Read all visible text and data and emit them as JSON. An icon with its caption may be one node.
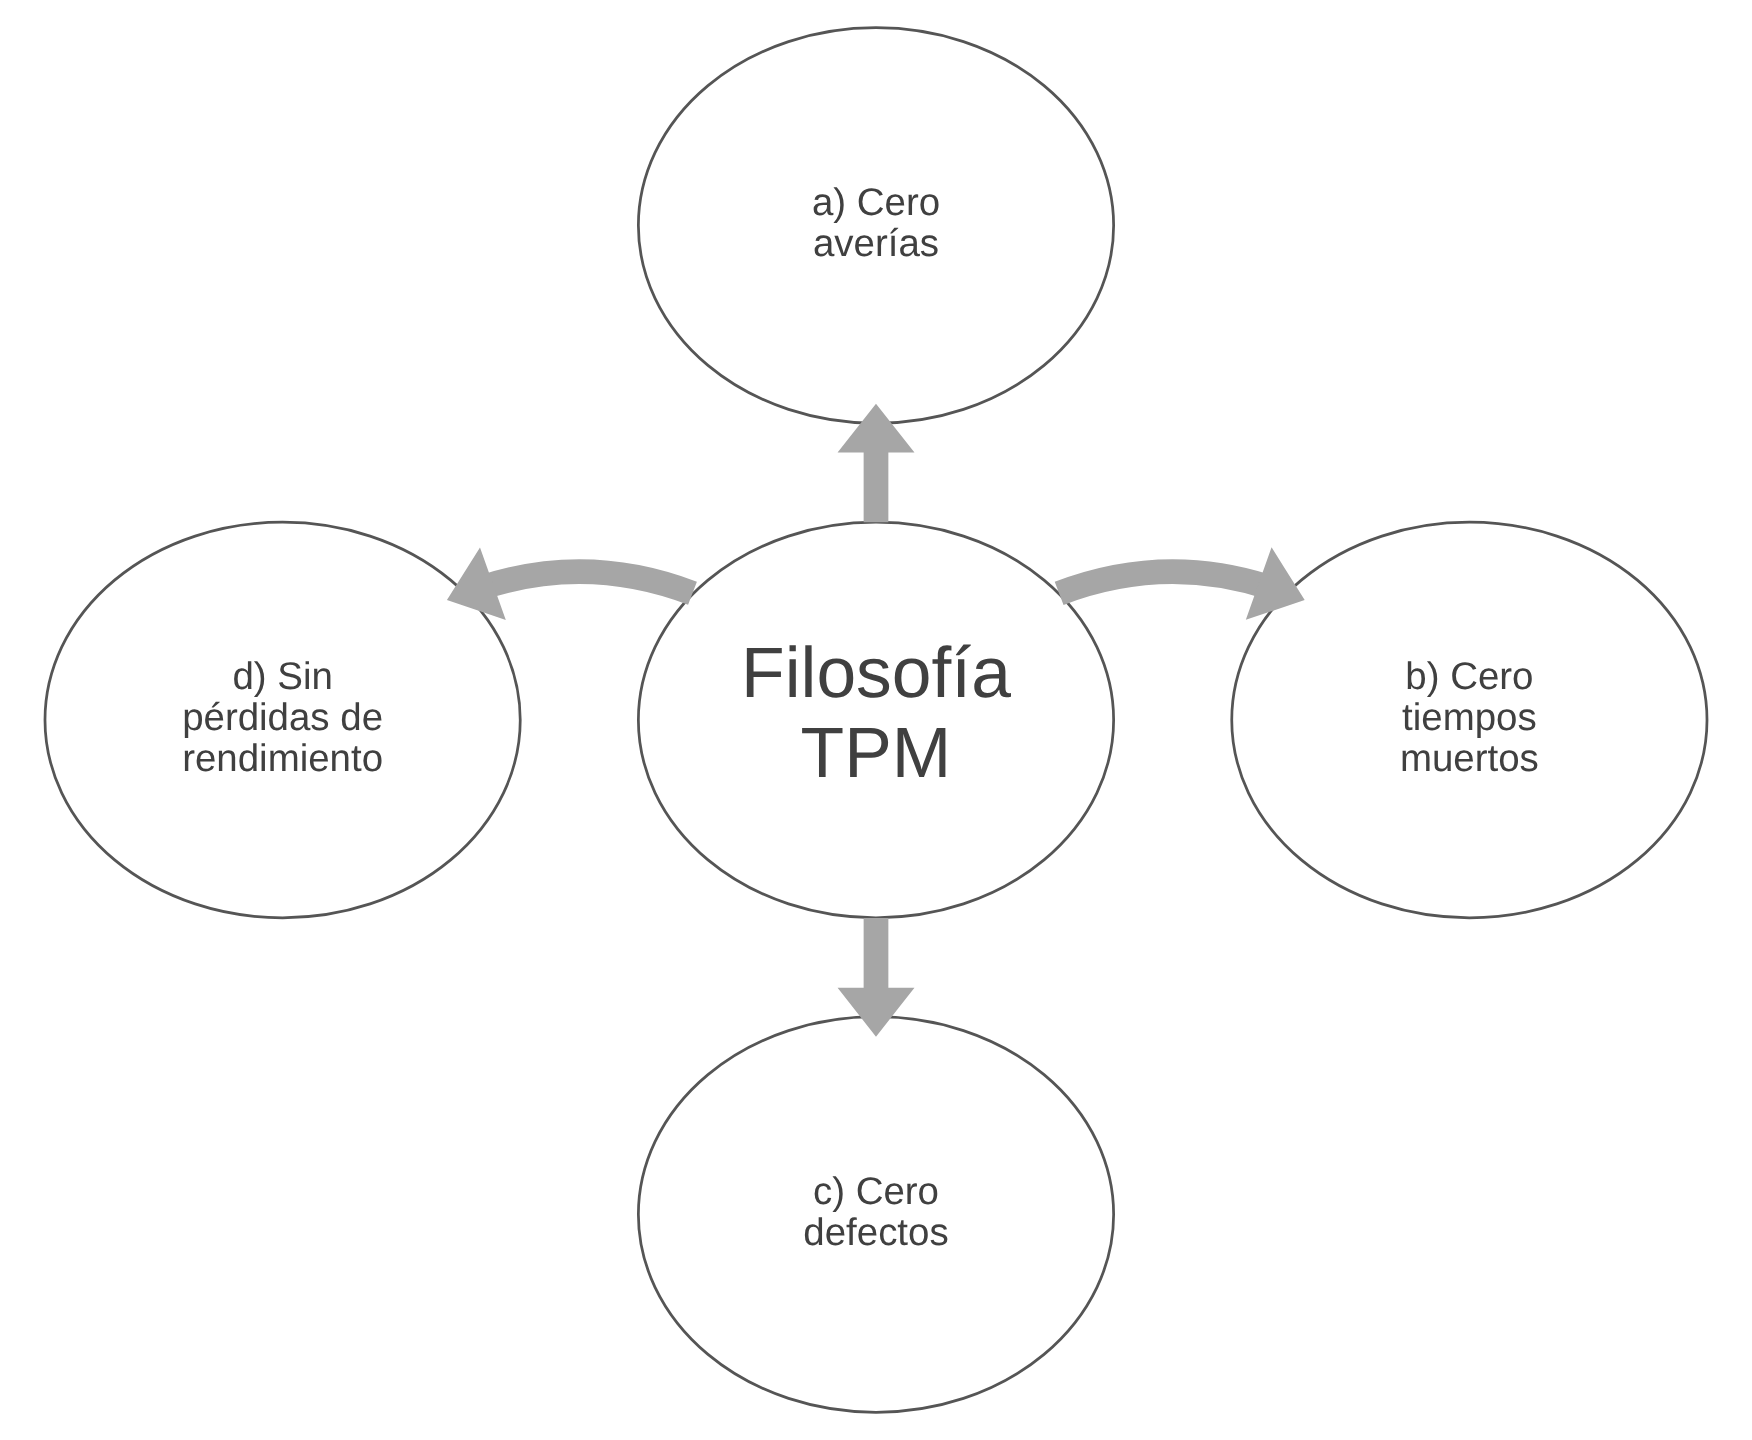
{
  "diagram": {
    "nodes": [
      {
        "text": [
          "a) Cero averías"
        ]
      },
      {
        "text": [
          "d) Sin pérdidas de rendimiento"
        ]
      },
      {
        "text": [
          "Filosofía TPM"
        ]
      },
      {
        "text": [
          "b) Cero tiempos muertos"
        ]
      },
      {
        "text": [
          "c) Cero defectos"
        ]
      }
    ],
    "edges": [
      {
        "from": 2,
        "to": 0,
        "arrow": "to"
      },
      {
        "from": 2,
        "to": 3,
        "arrow": "to"
      },
      {
        "from": 2,
        "to": 4,
        "arrow": "to"
      },
      {
        "from": 2,
        "to": 1,
        "arrow": "to"
      }
    ]
  }
}
